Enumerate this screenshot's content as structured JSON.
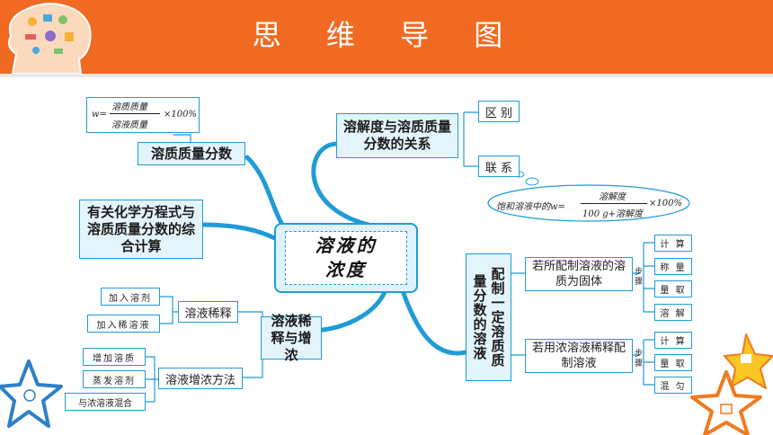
{
  "header": {
    "title": "思 维 导 图",
    "color": "#f06a22"
  },
  "center": {
    "label": "溶液的浓度"
  },
  "branches": {
    "mass_fraction": {
      "label": "溶质质量分数",
      "formula": {
        "lhs": "w=",
        "numerator": "溶质质量",
        "denominator": "溶液质量",
        "suffix": "×100%"
      }
    },
    "solubility": {
      "label": "溶解度与溶质质量分数的关系",
      "difference": "区 别",
      "connection": "联 系",
      "formula": {
        "prefix": "饱和溶液中的w=",
        "numerator": "溶解度",
        "denominator": "100 g+溶解度",
        "suffix": "×100%"
      }
    },
    "calculation": {
      "label": "有关化学方程式与溶质质量分数的综合计算"
    },
    "dilution": {
      "label": "溶液稀释与增浓",
      "dilute": {
        "label": "溶液稀释",
        "items": [
          "加入溶剂",
          "加入稀溶液"
        ]
      },
      "concentrate": {
        "label": "溶液增浓方法",
        "items": [
          "增加溶质",
          "蒸发溶剂",
          "与浓溶液混合"
        ]
      }
    },
    "preparation": {
      "label_col1": "配制一定溶质质",
      "label_col2": "量分数的溶液",
      "solid": {
        "label": "若所配制溶液的溶质为固体",
        "steps_label": "步骤",
        "steps": [
          "计 算",
          "称 量",
          "量 取",
          "溶 解"
        ]
      },
      "concentrated": {
        "label": "若用浓溶液稀释配制溶液",
        "steps_label": "步骤",
        "steps": [
          "计 算",
          "量 取",
          "混 匀"
        ]
      }
    }
  },
  "colors": {
    "accent": "#1f9bd7",
    "node_fill": "#e4f4fc",
    "star_blue": "#2d7fc9",
    "star_orange": "#f07a22",
    "star_yellow": "#f9c623"
  }
}
